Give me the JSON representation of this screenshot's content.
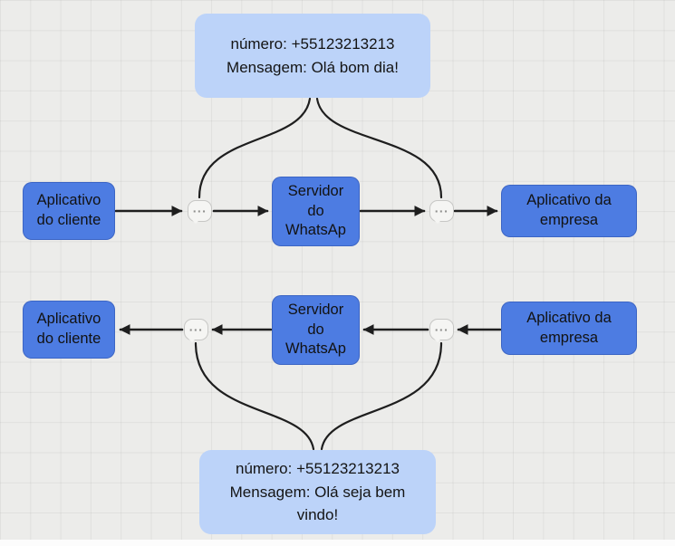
{
  "canvas": {
    "background": "#ececea",
    "grid_line": "#dededc"
  },
  "colors": {
    "node_fill": "#4d7ce2",
    "note_fill": "#bcd3f9",
    "arrow": "#1e1e1e"
  },
  "notes": {
    "top": {
      "text": "número: +55123213213\nMensagem: Olá bom dia!"
    },
    "bottom": {
      "text": "número: +55123213213\nMensagem: Olá seja bem\nvindo!"
    }
  },
  "nodes": {
    "client_outbound": {
      "label": "Aplicativo\ndo cliente"
    },
    "server_outbound": {
      "label": "Servidor\ndo\nWhatsAp"
    },
    "company_outbound": {
      "label": "Aplicativo da\nempresa"
    },
    "client_inbound": {
      "label": "Aplicativo\ndo cliente"
    },
    "server_inbound": {
      "label": "Servidor\ndo\nWhatsAp"
    },
    "company_inbound": {
      "label": "Aplicativo da\nempresa"
    }
  },
  "icons": {
    "message_bubble_glyph": "···"
  }
}
